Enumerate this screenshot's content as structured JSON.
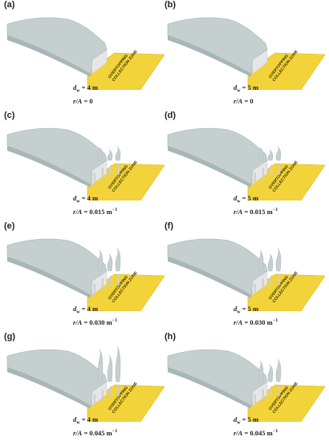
{
  "colors": {
    "water": "#c5cfd0",
    "water_shade": "#a9b6b7",
    "ramp": "#e6e6e6",
    "zone": "#f2d43a",
    "zone_edge": "#d6b51c",
    "text": "#222222"
  },
  "zone_label_line1": "OVERTOPPING",
  "zone_label_line2": "COLLECTION ZONE",
  "param_depth_symbol": "d",
  "param_depth_sub": "w",
  "param_ratio_symbol": "r/A",
  "panels": [
    {
      "letter": "(a)",
      "depth": "= 4 m",
      "ratio": "= 0",
      "unit": "",
      "splash": 0
    },
    {
      "letter": "(b)",
      "depth": "= 5 m",
      "ratio": "= 0",
      "unit": "",
      "splash": 0
    },
    {
      "letter": "(c)",
      "depth": "= 4 m",
      "ratio": "= 0.015 m",
      "unit": "−1",
      "splash": 1
    },
    {
      "letter": "(d)",
      "depth": "= 5 m",
      "ratio": "= 0.015 m",
      "unit": "−1",
      "splash": 1
    },
    {
      "letter": "(e)",
      "depth": "= 4 m",
      "ratio": "= 0.030 m",
      "unit": "−1",
      "splash": 2
    },
    {
      "letter": "(f)",
      "depth": "= 5 m",
      "ratio": "= 0.030 m",
      "unit": "−1",
      "splash": 2
    },
    {
      "letter": "(g)",
      "depth": "= 4 m",
      "ratio": "= 0.045 m",
      "unit": "−1",
      "splash": 3
    },
    {
      "letter": "(h)",
      "depth": "= 5 m",
      "ratio": "= 0.045 m",
      "unit": "−1",
      "splash": 2
    }
  ]
}
